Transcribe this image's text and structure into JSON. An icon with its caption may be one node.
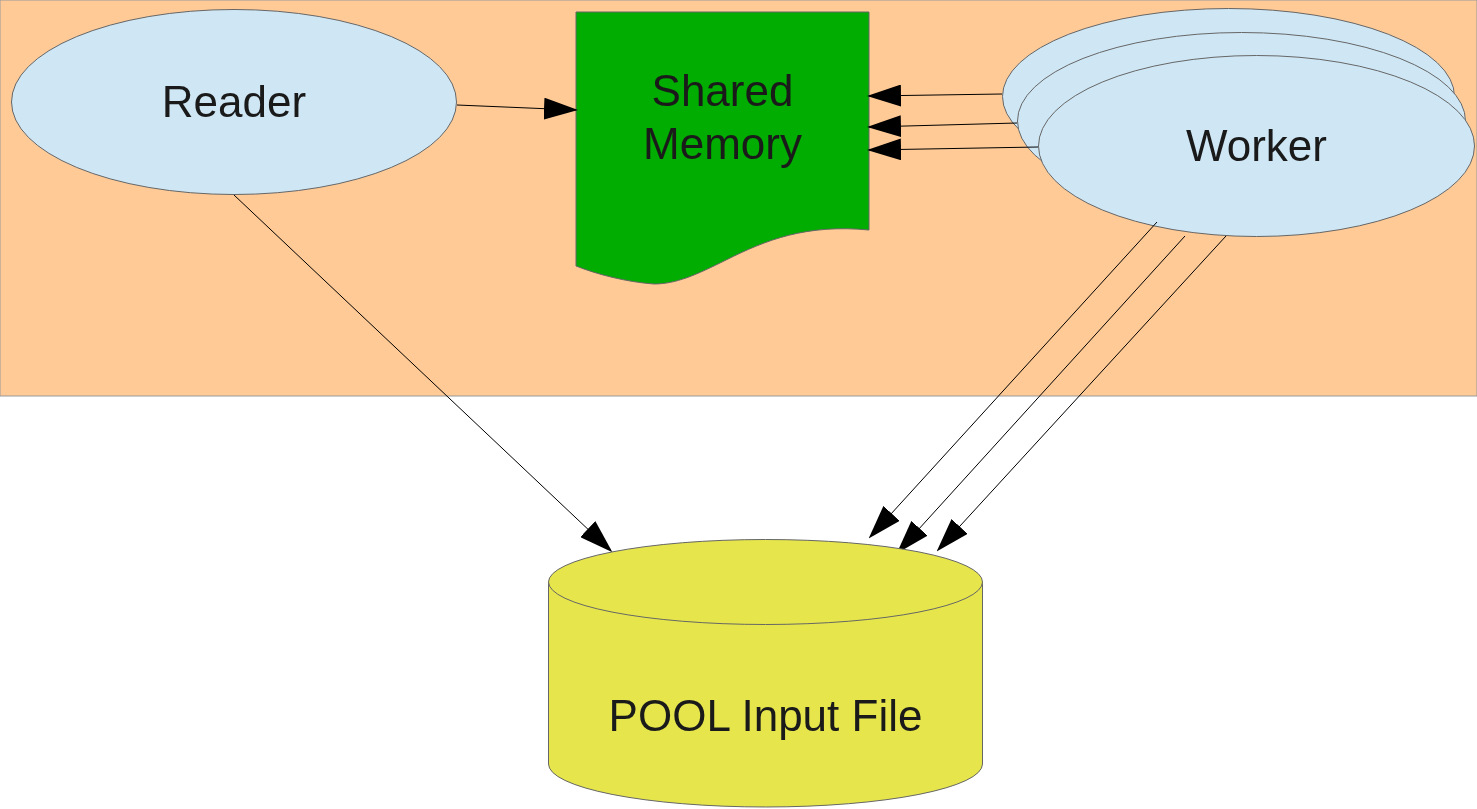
{
  "diagram": {
    "nodes": [
      {
        "text": [
          "Reader"
        ]
      },
      {
        "text": [
          "Shared Memory"
        ]
      },
      {
        "text": [],
        "shape": "ellipse"
      },
      {
        "text": [],
        "shape": "ellipse"
      },
      {
        "text": [
          "Worker"
        ]
      },
      {
        "text": [
          "POOL Input File"
        ]
      }
    ],
    "edges": [
      {
        "from": 0,
        "to": 1,
        "arrow": "to"
      },
      {
        "from": 2,
        "to": 1,
        "arrow": "to"
      },
      {
        "from": 3,
        "to": 1,
        "arrow": "to"
      },
      {
        "from": 4,
        "to": 1,
        "arrow": "to"
      },
      {
        "from": 0,
        "to": 5,
        "arrow": "to"
      },
      {
        "from": 4,
        "to": 5,
        "arrow": "to"
      },
      {
        "from": 4,
        "to": 5,
        "arrow": "to"
      },
      {
        "from": 4,
        "to": 5,
        "arrow": "to"
      }
    ]
  }
}
